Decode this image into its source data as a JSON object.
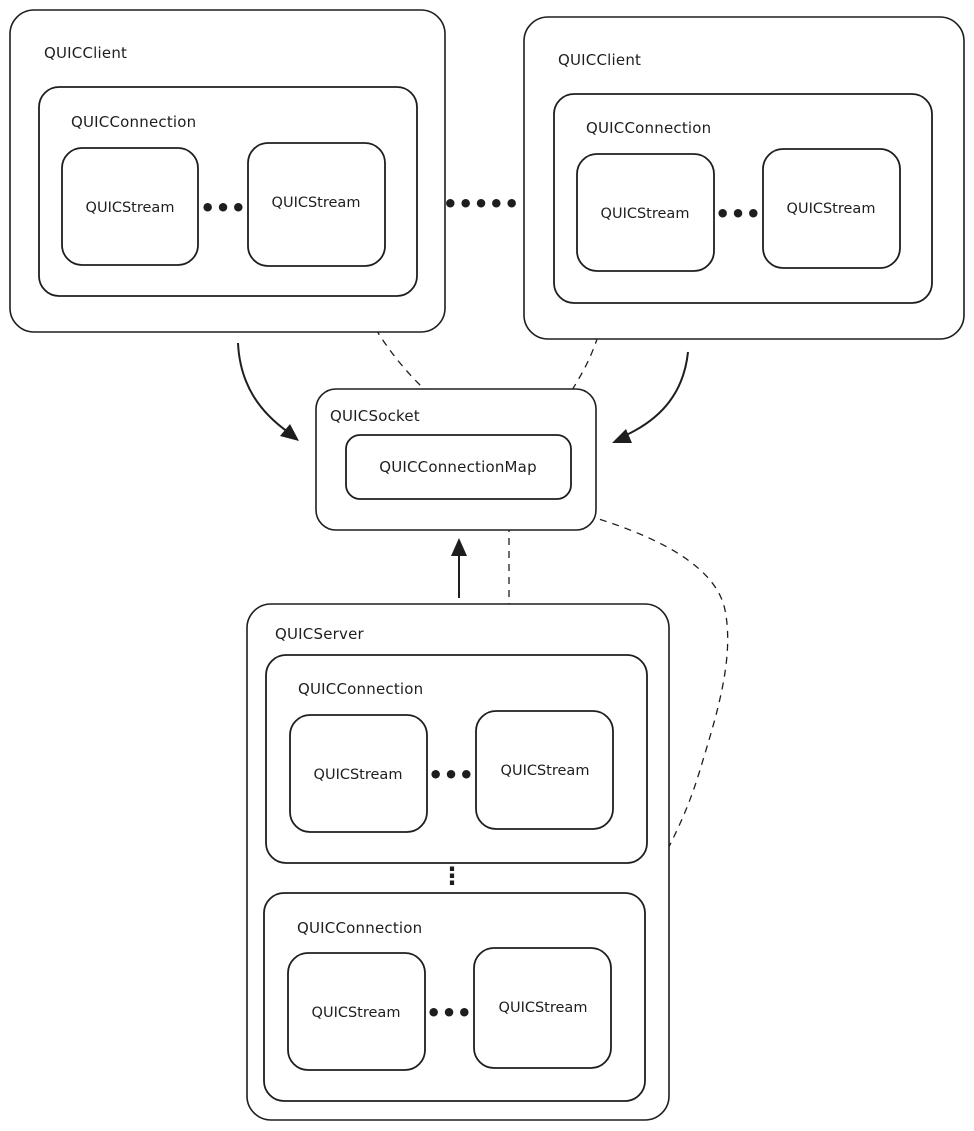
{
  "clients": [
    {
      "title": "QUICClient",
      "connection": {
        "title": "QUICConnection",
        "streams": [
          "QUICStream",
          "QUICStream"
        ],
        "separator": "•••"
      }
    },
    {
      "title": "QUICClient",
      "connection": {
        "title": "QUICConnection",
        "streams": [
          "QUICStream",
          "QUICStream"
        ],
        "separator": "•••"
      }
    }
  ],
  "clients_separator": "•••••",
  "socket": {
    "title": "QUICSocket",
    "map": "QUICConnectionMap"
  },
  "server": {
    "title": "QUICServer",
    "connections": [
      {
        "title": "QUICConnection",
        "streams": [
          "QUICStream",
          "QUICStream"
        ],
        "separator": "•••"
      },
      {
        "title": "QUICConnection",
        "streams": [
          "QUICStream",
          "QUICStream"
        ],
        "separator": "•••"
      }
    ],
    "connections_separator": "⋮"
  }
}
